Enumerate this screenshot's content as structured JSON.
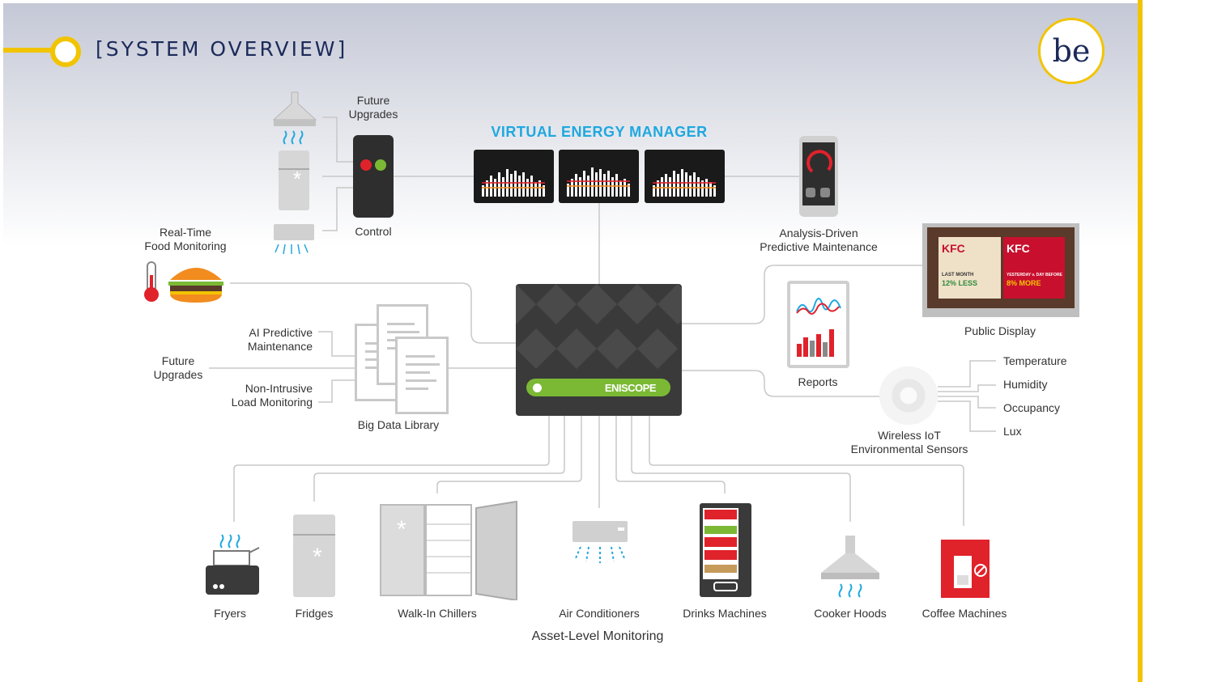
{
  "header": {
    "title": "[SYSTEM OVERVIEW]",
    "logo_text": "be"
  },
  "top": {
    "future_upgrades": [
      "Future",
      "Upgrades"
    ],
    "control": "Control",
    "vem_title": "VIRTUAL ENERGY MANAGER",
    "predictive": [
      "Analysis-Driven",
      "Predictive Maintenance"
    ]
  },
  "left": {
    "food_monitoring": [
      "Real-Time",
      "Food Monitoring"
    ],
    "ai_predictive": [
      "AI Predictive",
      "Maintenance"
    ],
    "future_upgrades": [
      "Future",
      "Upgrades"
    ],
    "nilm": [
      "Non-Intrusive",
      "Load Monitoring"
    ],
    "big_data": "Big Data Library"
  },
  "hub": {
    "name": "ENISCOPE"
  },
  "right": {
    "public_display": "Public Display",
    "reports": "Reports",
    "sensors_title": [
      "Wireless IoT",
      "Environmental Sensors"
    ],
    "sensors": [
      "Temperature",
      "Humidity",
      "Occupancy",
      "Lux"
    ],
    "display_text": {
      "brand": "KFC",
      "left_heading": "LAST MONTH",
      "left_value": "12% LESS",
      "right_heading": "YESTERDAY v. DAY BEFORE",
      "right_value": "8% MORE"
    }
  },
  "assets": {
    "items": [
      "Fryers",
      "Fridges",
      "Walk-In Chillers",
      "Air Conditioners",
      "Drinks Machines",
      "Cooker Hoods",
      "Coffee Machines"
    ],
    "caption": "Asset-Level Monitoring"
  },
  "colors": {
    "accent": "#f2c400",
    "navy": "#1c2a5a",
    "vem_blue": "#1fa8e0",
    "hub_green": "#7bb934",
    "red": "#e0222b"
  }
}
